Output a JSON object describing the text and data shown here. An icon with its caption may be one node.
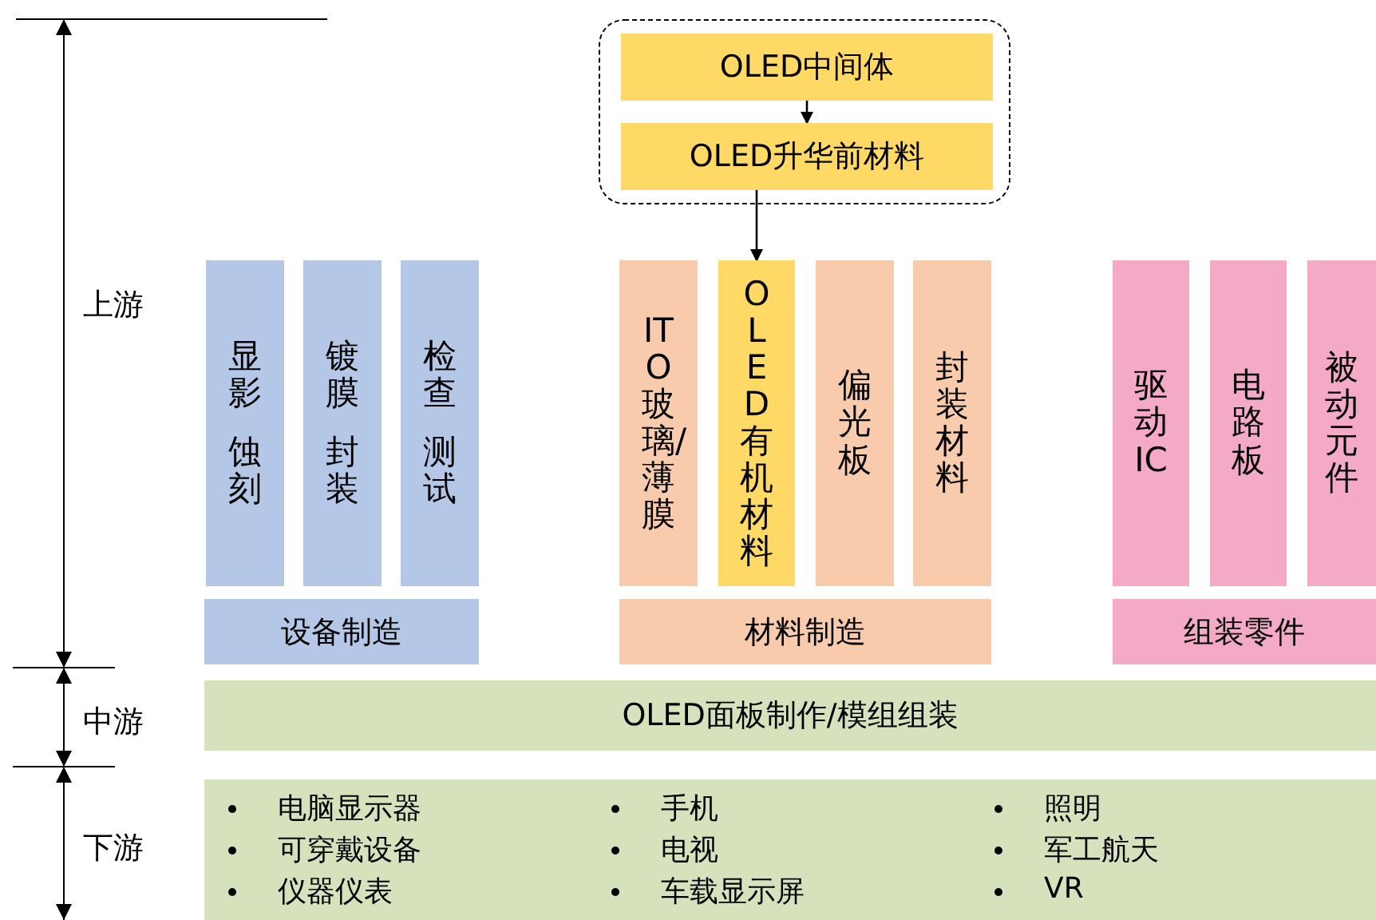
{
  "diagram": {
    "nodes": [
      {
        "text": [],
        "shape": "box"
      },
      {
        "text": [
          "OLED中间体"
        ],
        "in": 0
      },
      {
        "text": [
          "OLED升华前材料"
        ],
        "in": 0
      },
      {
        "text": [
          "显影",
          "蚀刻"
        ]
      },
      {
        "text": [
          "镀膜",
          "封装"
        ]
      },
      {
        "text": [
          "检查",
          "测试"
        ]
      },
      {
        "text": [
          "设备制造"
        ]
      },
      {
        "text": [
          "ITO玻璃/薄膜"
        ]
      },
      {
        "text": [
          "OLED有机材料"
        ]
      },
      {
        "text": [
          "偏光板"
        ]
      },
      {
        "text": [
          "封装材料"
        ]
      },
      {
        "text": [
          "材料制造"
        ]
      },
      {
        "text": [
          "驱动IC"
        ]
      },
      {
        "text": [
          "电路板"
        ]
      },
      {
        "text": [
          "被动元件"
        ]
      },
      {
        "text": [
          "组装零件"
        ]
      },
      {
        "text": [
          "OLED面板制作/模组组装"
        ]
      },
      {
        "text": [
          "电脑显示器",
          "可穿戴设备",
          "仪器仪表",
          "手机",
          "电视",
          "车载显示屏",
          "照明",
          "军工航天",
          "VR"
        ]
      }
    ],
    "edges": [
      {
        "from": 1,
        "to": 2,
        "arrow": "to"
      },
      {
        "from": 2,
        "to": 8,
        "arrow": "to"
      }
    ],
    "labels": [
      "上游",
      "中游",
      "下游"
    ]
  }
}
